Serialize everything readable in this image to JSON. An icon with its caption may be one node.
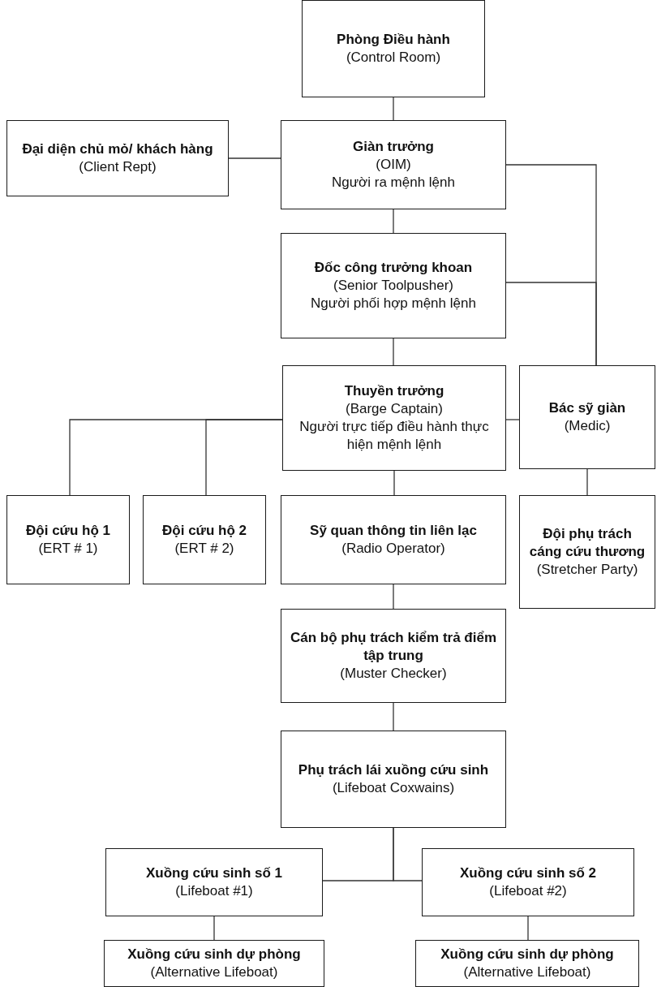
{
  "diagram": {
    "nodes": [
      {
        "text": [
          "Phòng Điều hành",
          "(Control Room)"
        ]
      },
      {
        "text": [
          "Đại diện chủ mỏ/ khách hàng",
          "(Client Rept)"
        ]
      },
      {
        "text": [
          "Giàn trưởng",
          "(OIM)",
          "Người ra mệnh lệnh"
        ]
      },
      {
        "text": [
          "Đốc công trưởng khoan",
          "(Senior Toolpusher)",
          "Người phối hợp mệnh lệnh"
        ]
      },
      {
        "text": [
          "Thuyền trưởng",
          "(Barge Captain)",
          "Người trực tiếp điều hành thực hiện mệnh lệnh"
        ]
      },
      {
        "text": [
          "Bác sỹ giàn",
          "(Medic)"
        ]
      },
      {
        "text": [
          "Đội cứu hộ 1",
          "(ERT # 1)"
        ]
      },
      {
        "text": [
          "Đội cứu hộ 2",
          "(ERT # 2)"
        ]
      },
      {
        "text": [
          "Sỹ quan thông tin liên lạc",
          "(Radio Operator)"
        ]
      },
      {
        "text": [
          "Đội phụ trách cáng cứu thương",
          "(Stretcher Party)"
        ]
      },
      {
        "text": [
          "Cán bộ phụ trách kiểm trả điểm tập trung",
          "(Muster Checker)"
        ]
      },
      {
        "text": [
          "Phụ trách lái xuồng cứu sinh",
          "(Lifeboat Coxwains)"
        ]
      },
      {
        "text": [
          "Xuồng cứu sinh số 1",
          "(Lifeboat #1)"
        ]
      },
      {
        "text": [
          "Xuồng cứu sinh số 2",
          "(Lifeboat #2)"
        ]
      },
      {
        "text": [
          "Xuồng cứu sinh dự phòng",
          "(Alternative Lifeboat)"
        ]
      },
      {
        "text": [
          "Xuồng cứu sinh dự phòng",
          "(Alternative Lifeboat)"
        ]
      }
    ],
    "edges": [
      {
        "from": 0,
        "to": 2,
        "arrow": "none"
      },
      {
        "from": 1,
        "to": 2,
        "arrow": "none"
      },
      {
        "from": 2,
        "to": 3,
        "arrow": "none"
      },
      {
        "from": 3,
        "to": 4,
        "arrow": "none"
      },
      {
        "from": 2,
        "to": 5,
        "arrow": "none"
      },
      {
        "from": 3,
        "to": 5,
        "arrow": "none"
      },
      {
        "from": 4,
        "to": 5,
        "arrow": "none"
      },
      {
        "from": 4,
        "to": 6,
        "arrow": "none"
      },
      {
        "from": 4,
        "to": 7,
        "arrow": "none"
      },
      {
        "from": 4,
        "to": 8,
        "arrow": "none"
      },
      {
        "from": 5,
        "to": 9,
        "arrow": "none"
      },
      {
        "from": 8,
        "to": 10,
        "arrow": "none"
      },
      {
        "from": 10,
        "to": 11,
        "arrow": "none"
      },
      {
        "from": 11,
        "to": 12,
        "arrow": "none"
      },
      {
        "from": 11,
        "to": 13,
        "arrow": "none"
      },
      {
        "from": 12,
        "to": 14,
        "arrow": "none"
      },
      {
        "from": 13,
        "to": 15,
        "arrow": "none"
      }
    ]
  }
}
